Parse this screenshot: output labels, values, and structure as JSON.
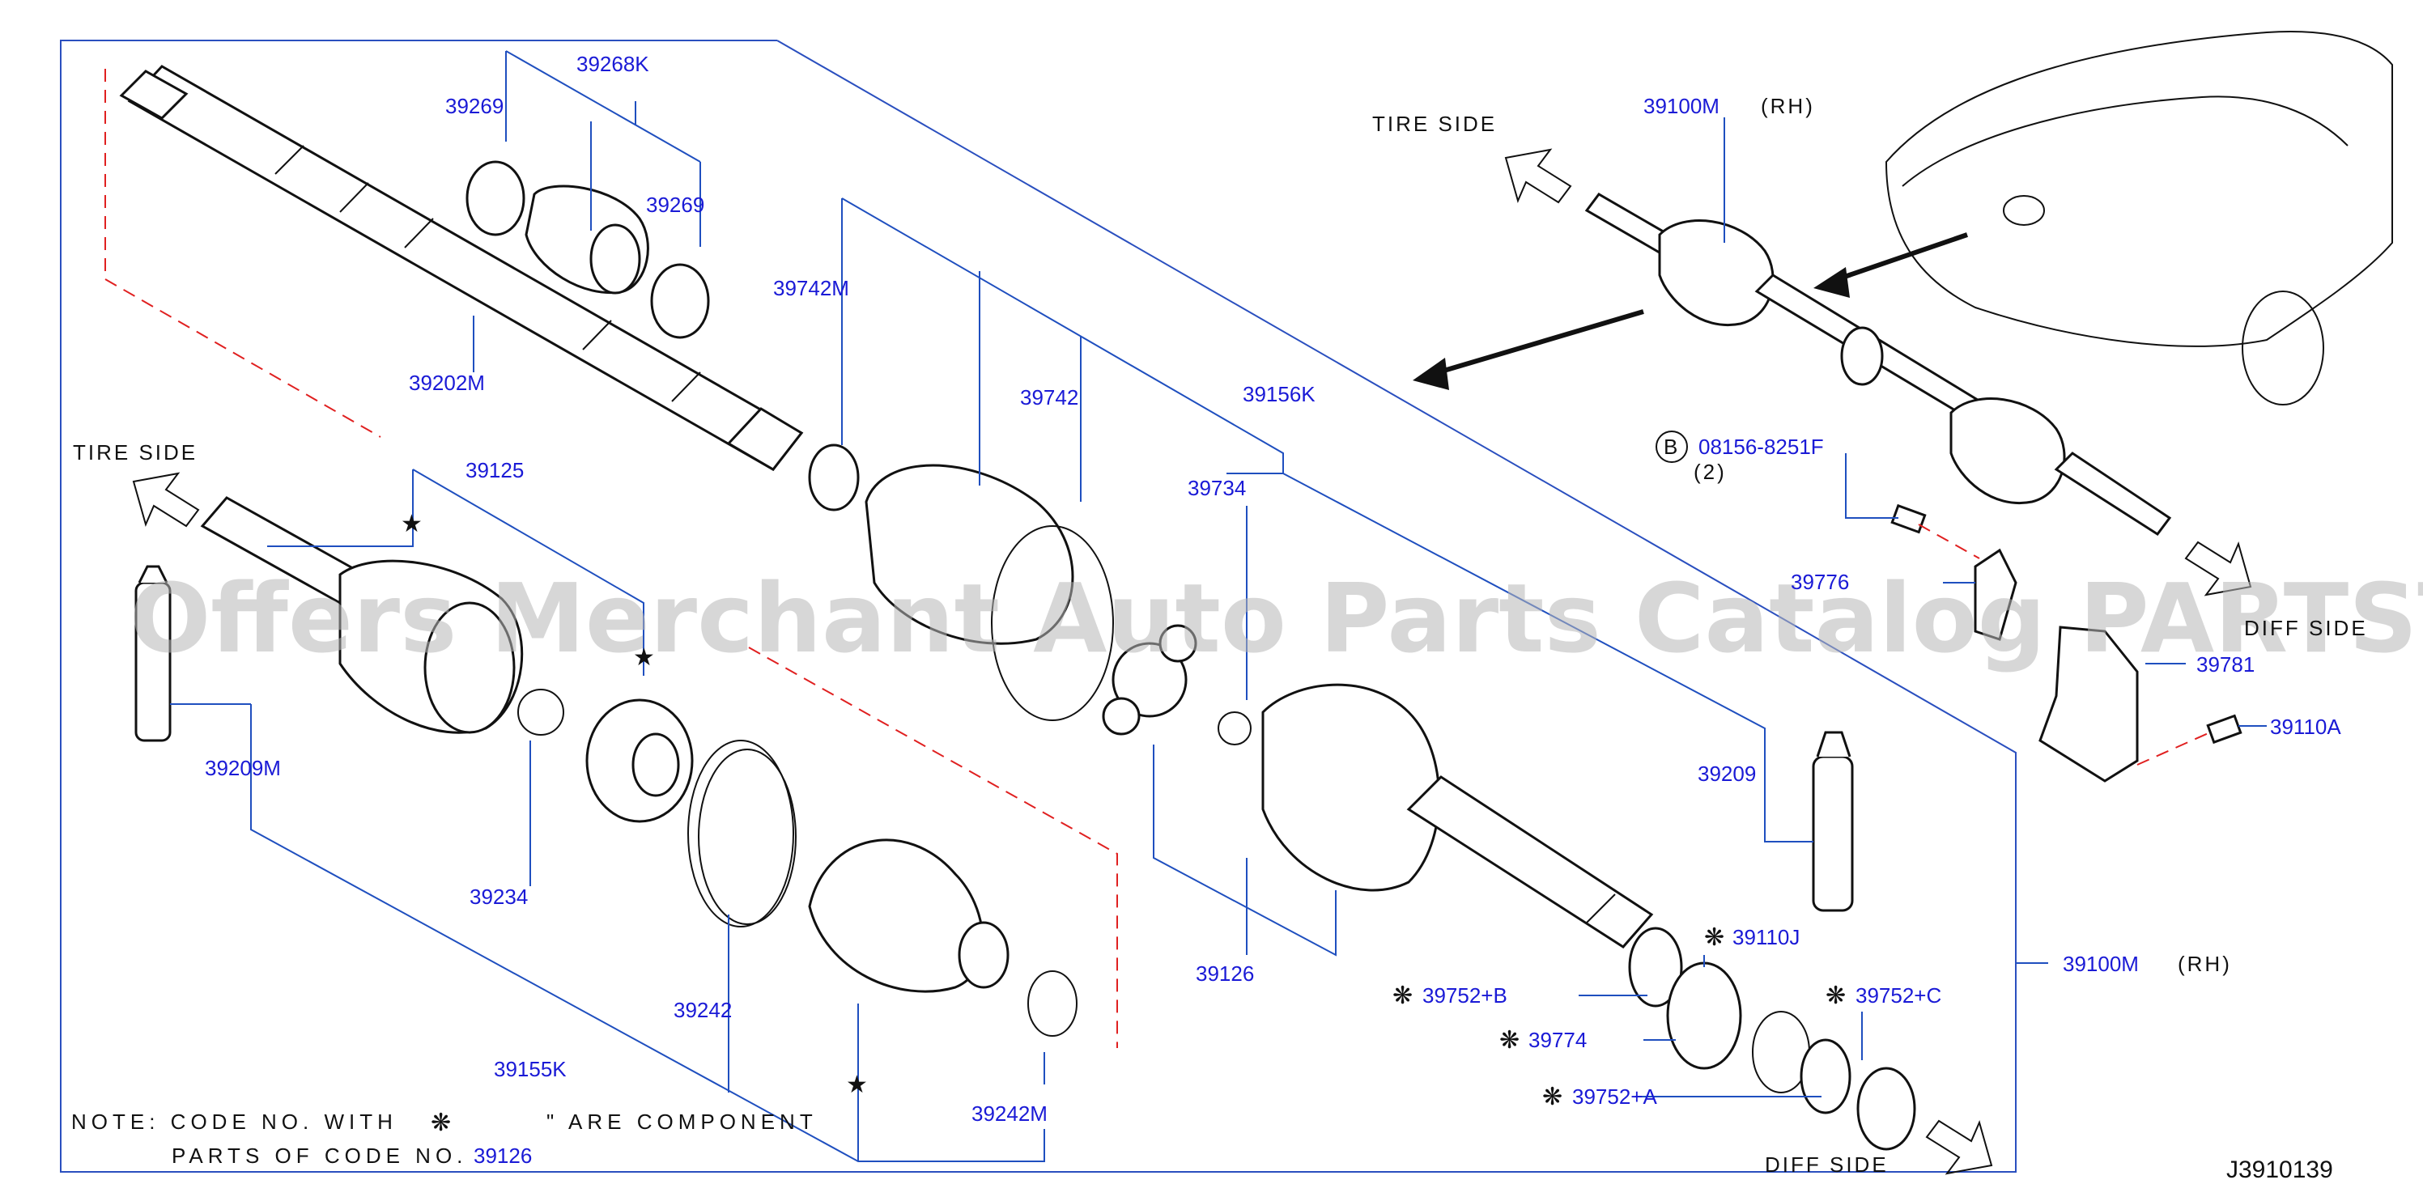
{
  "diagram": {
    "code": "J3910139",
    "watermark": "Offers Merchant Auto Parts Catalog PARTSTORE.SA",
    "side_labels": {
      "tire_side_left": "TIRE   SIDE",
      "tire_side_top": "TIRE   SIDE",
      "diff_side_right": "DIFF  SIDE",
      "diff_side_bottom": "DIFF   SIDE"
    },
    "rh_labels": {
      "top": "(RH)",
      "right": "(RH)"
    },
    "bolt_callout": {
      "letter": "B",
      "part": "08156-8251F",
      "qty": "(2)"
    },
    "note": {
      "line1_a": "NOTE:  CODE  NO.  WITH",
      "line1_b": "\"  ARE  COMPONENT",
      "line2_a": "PARTS  OF  CODE  NO.",
      "line2_code": "39126"
    },
    "star_symbol": "★",
    "component_mark": "❋",
    "parts": {
      "p39268K": "39268K",
      "p39269_a": "39269",
      "p39269_b": "39269",
      "p39202M": "39202M",
      "p39742M": "39742M",
      "p39742": "39742",
      "p39156K": "39156K",
      "p39734": "39734",
      "p39125": "39125",
      "p39209M": "39209M",
      "p39234": "39234",
      "p39155K": "39155K",
      "p39242": "39242",
      "p39242M": "39242M",
      "p39126": "39126",
      "p39209": "39209",
      "p39110J": "39110J",
      "p39752B": "39752+B",
      "p39774": "39774",
      "p39752A": "39752+A",
      "p39752C": "39752+C",
      "p39100M_right": "39100M",
      "p39100M_top": "39100M",
      "p39776": "39776",
      "p39781": "39781",
      "p39110A": "39110A"
    }
  }
}
